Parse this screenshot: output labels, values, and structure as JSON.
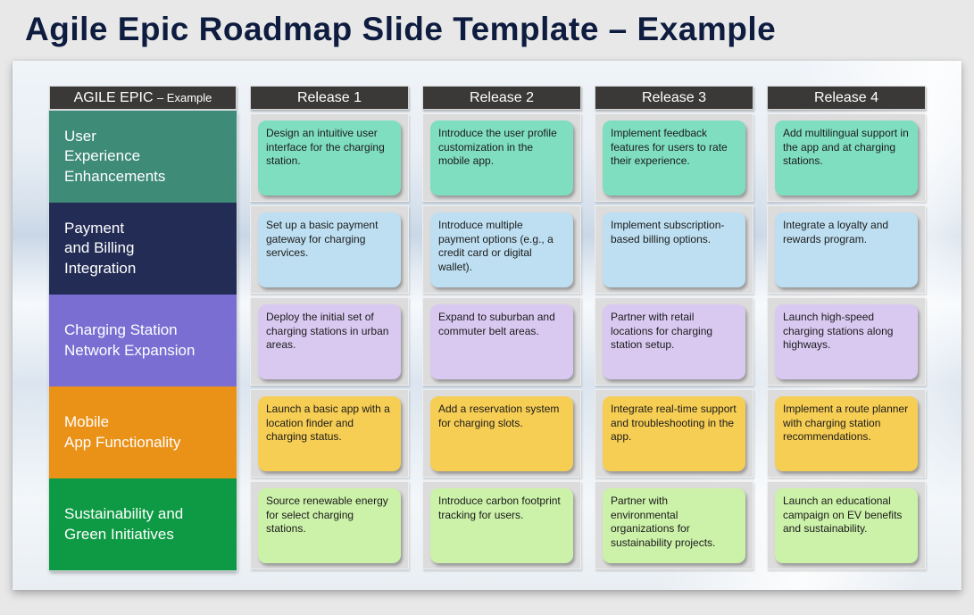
{
  "page_title": "Agile Epic Roadmap Slide Template – Example",
  "table": {
    "corner_header": {
      "title": "AGILE EPIC",
      "suffix": "– Example"
    },
    "release_headers": [
      "Release 1",
      "Release 2",
      "Release 3",
      "Release 4"
    ],
    "header_bg": "#3b3937",
    "cell_bg": "#dcdcdc",
    "epics": [
      {
        "label": "User\nExperience\nEnhancements",
        "label_color": "#3e8b78",
        "card_color": "#7fdec0",
        "cards": [
          "Design an intuitive user interface for the charging station.",
          "Introduce the user profile customization in the mobile app.",
          "Implement feedback features for users to rate their experience.",
          "Add multilingual support in the app and at charging stations."
        ]
      },
      {
        "label": "Payment\nand Billing\nIntegration",
        "label_color": "#232c55",
        "card_color": "#bedff1",
        "cards": [
          "Set up a basic payment gateway for charging services.",
          "Introduce multiple payment options (e.g., a credit card or digital wallet).",
          "Implement subscription-based billing options.",
          "Integrate a loyalty and rewards program."
        ]
      },
      {
        "label": "Charging Station\nNetwork Expansion",
        "label_color": "#7a6ed3",
        "card_color": "#d9c9f1",
        "cards": [
          "Deploy the initial set of charging stations in urban areas.",
          "Expand to suburban and commuter belt areas.",
          "Partner with retail locations for charging station setup.",
          "Launch high-speed charging stations along highways."
        ]
      },
      {
        "label": "Mobile\nApp Functionality",
        "label_color": "#ea9117",
        "card_color": "#f7ce54",
        "cards": [
          "Launch a basic app with a location finder and charging status.",
          "Add a reservation system for charging slots.",
          "Integrate real-time support and troubleshooting in the app.",
          "Implement a route planner with charging station recommendations."
        ]
      },
      {
        "label": "Sustainability and\nGreen Initiatives",
        "label_color": "#0e9a44",
        "card_color": "#ccf1a9",
        "cards": [
          "Source renewable energy for select charging stations.",
          "Introduce carbon footprint tracking for users.",
          "Partner with environmental organizations for sustainability projects.",
          "Launch an educational campaign on EV benefits and sustainability."
        ]
      }
    ]
  }
}
